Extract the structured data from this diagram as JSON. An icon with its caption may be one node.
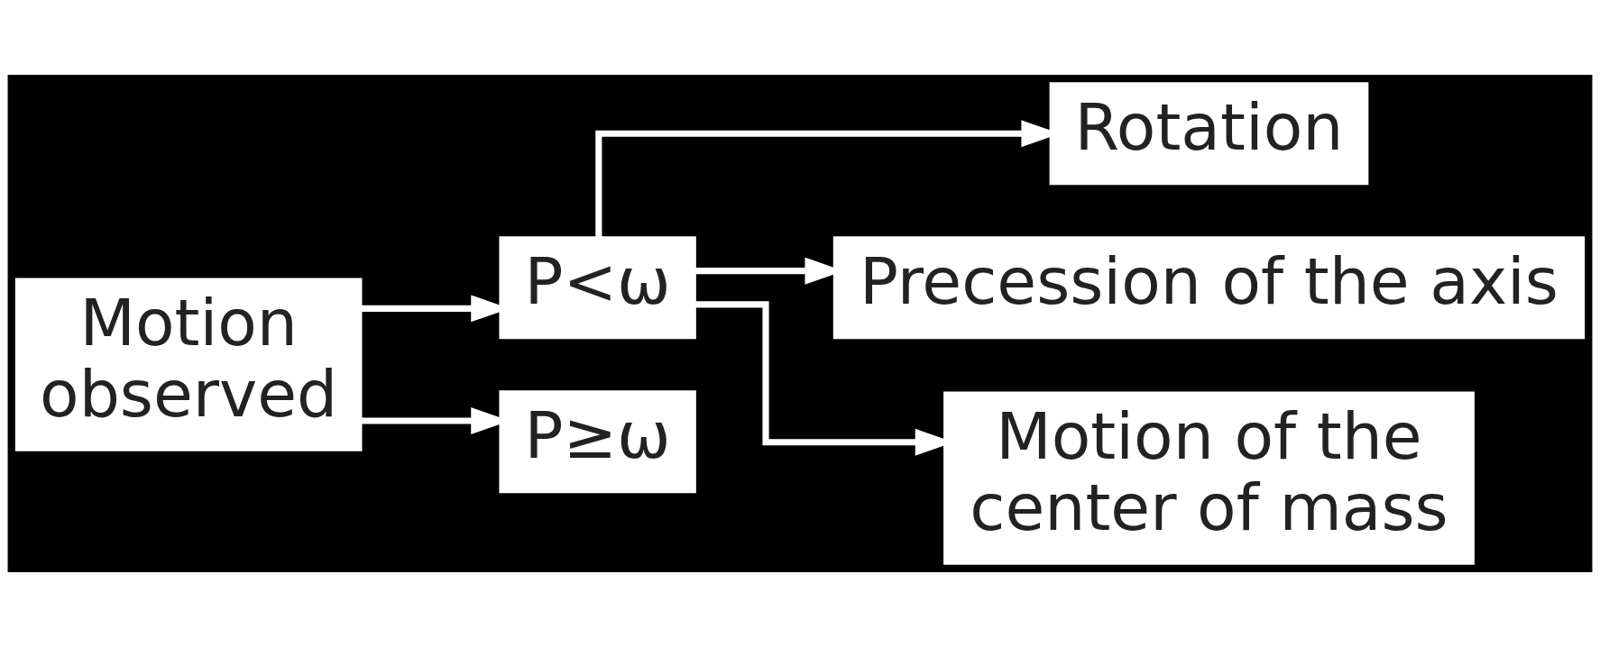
{
  "diagram": {
    "nodes": [
      {
        "text": [
          "Motion observed"
        ]
      },
      {
        "text": [
          "P<ω"
        ]
      },
      {
        "text": [
          "P≥ω"
        ]
      },
      {
        "text": [
          "Rotation"
        ]
      },
      {
        "text": [
          "Precession of the axis"
        ]
      },
      {
        "text": [
          "Motion of the center of mass"
        ]
      }
    ],
    "edges": [
      {
        "from": 0,
        "to": 1,
        "arrow": "to"
      },
      {
        "from": 0,
        "to": 2,
        "arrow": "to"
      },
      {
        "from": 1,
        "to": 3,
        "arrow": "to"
      },
      {
        "from": 1,
        "to": 4,
        "arrow": "to"
      },
      {
        "from": 1,
        "to": 5,
        "arrow": "to"
      }
    ]
  }
}
